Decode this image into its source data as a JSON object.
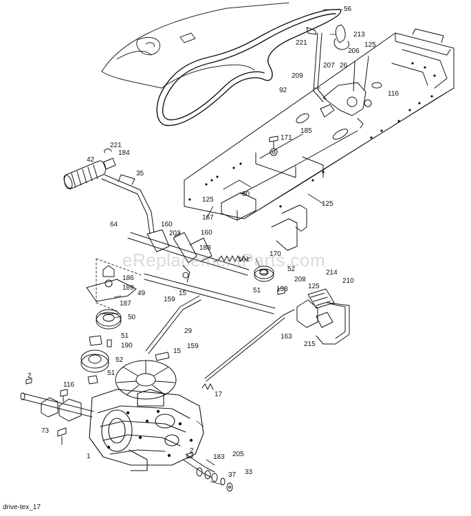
{
  "callouts": [
    {
      "id": "c56",
      "text": "56"
    },
    {
      "id": "c213",
      "text": "213"
    },
    {
      "id": "c221a",
      "text": "221"
    },
    {
      "id": "c125a",
      "text": "125"
    },
    {
      "id": "c206",
      "text": "206"
    },
    {
      "id": "c207",
      "text": "207"
    },
    {
      "id": "c26",
      "text": "26"
    },
    {
      "id": "c209",
      "text": "209"
    },
    {
      "id": "c92",
      "text": "92"
    },
    {
      "id": "c116a",
      "text": "116"
    },
    {
      "id": "c185",
      "text": "185"
    },
    {
      "id": "c171",
      "text": "171"
    },
    {
      "id": "c221b",
      "text": "221"
    },
    {
      "id": "c184",
      "text": "184"
    },
    {
      "id": "c42",
      "text": "42"
    },
    {
      "id": "c35",
      "text": "35"
    },
    {
      "id": "c125b",
      "text": "125"
    },
    {
      "id": "c80",
      "text": "80"
    },
    {
      "id": "c125c",
      "text": "125"
    },
    {
      "id": "c64",
      "text": "64"
    },
    {
      "id": "c160a",
      "text": "160"
    },
    {
      "id": "c167",
      "text": "167"
    },
    {
      "id": "c203",
      "text": "203"
    },
    {
      "id": "c160b",
      "text": "160"
    },
    {
      "id": "c188",
      "text": "188"
    },
    {
      "id": "c170",
      "text": "170"
    },
    {
      "id": "c161",
      "text": "161"
    },
    {
      "id": "c186",
      "text": "186"
    },
    {
      "id": "c52a",
      "text": "52"
    },
    {
      "id": "c189",
      "text": "189"
    },
    {
      "id": "c49",
      "text": "49"
    },
    {
      "id": "c15a",
      "text": "15"
    },
    {
      "id": "c159a",
      "text": "159"
    },
    {
      "id": "c51a",
      "text": "51"
    },
    {
      "id": "c208",
      "text": "208"
    },
    {
      "id": "c153",
      "text": "153"
    },
    {
      "id": "c125d",
      "text": "125"
    },
    {
      "id": "c214",
      "text": "214"
    },
    {
      "id": "c210",
      "text": "210"
    },
    {
      "id": "c187",
      "text": "187"
    },
    {
      "id": "c50",
      "text": "50"
    },
    {
      "id": "c29",
      "text": "29"
    },
    {
      "id": "c51b",
      "text": "51"
    },
    {
      "id": "c190",
      "text": "190"
    },
    {
      "id": "c163",
      "text": "163"
    },
    {
      "id": "c215",
      "text": "215"
    },
    {
      "id": "c15b",
      "text": "15"
    },
    {
      "id": "c159b",
      "text": "159"
    },
    {
      "id": "c52b",
      "text": "52"
    },
    {
      "id": "c51c",
      "text": "51"
    },
    {
      "id": "c2a",
      "text": "2"
    },
    {
      "id": "c116b",
      "text": "116"
    },
    {
      "id": "c17",
      "text": "17"
    },
    {
      "id": "c73",
      "text": "73"
    },
    {
      "id": "c1",
      "text": "1"
    },
    {
      "id": "c2b",
      "text": "2"
    },
    {
      "id": "c183",
      "text": "183"
    },
    {
      "id": "c205",
      "text": "205"
    },
    {
      "id": "c37",
      "text": "37"
    },
    {
      "id": "c33",
      "text": "33"
    }
  ],
  "watermark": "eReplacementParts.com",
  "footer": "drive-tex_17"
}
